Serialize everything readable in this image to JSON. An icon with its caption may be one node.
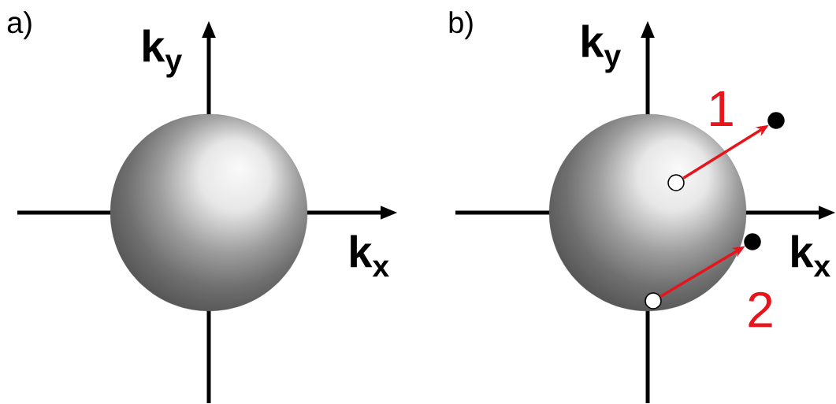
{
  "diagram": {
    "nodes": [
      {
        "text": [],
        "shape": "sphere"
      },
      {
        "text": [],
        "shape": "sphere"
      },
      {
        "text": [],
        "shape": "circle",
        "in": 1
      },
      {
        "text": [],
        "shape": "circle"
      },
      {
        "text": [],
        "shape": "circle",
        "in": 1
      },
      {
        "text": [],
        "shape": "circle"
      }
    ],
    "edges": [
      {
        "from": 2,
        "to": 3,
        "arrow": "to",
        "label": "1"
      },
      {
        "from": 4,
        "to": 5,
        "arrow": "to",
        "label": "2"
      }
    ],
    "labels": [
      "a)",
      "k$_{y}$",
      "k$_{x}$",
      "b)",
      "k$_{y}$",
      "k$_{x}$"
    ]
  }
}
